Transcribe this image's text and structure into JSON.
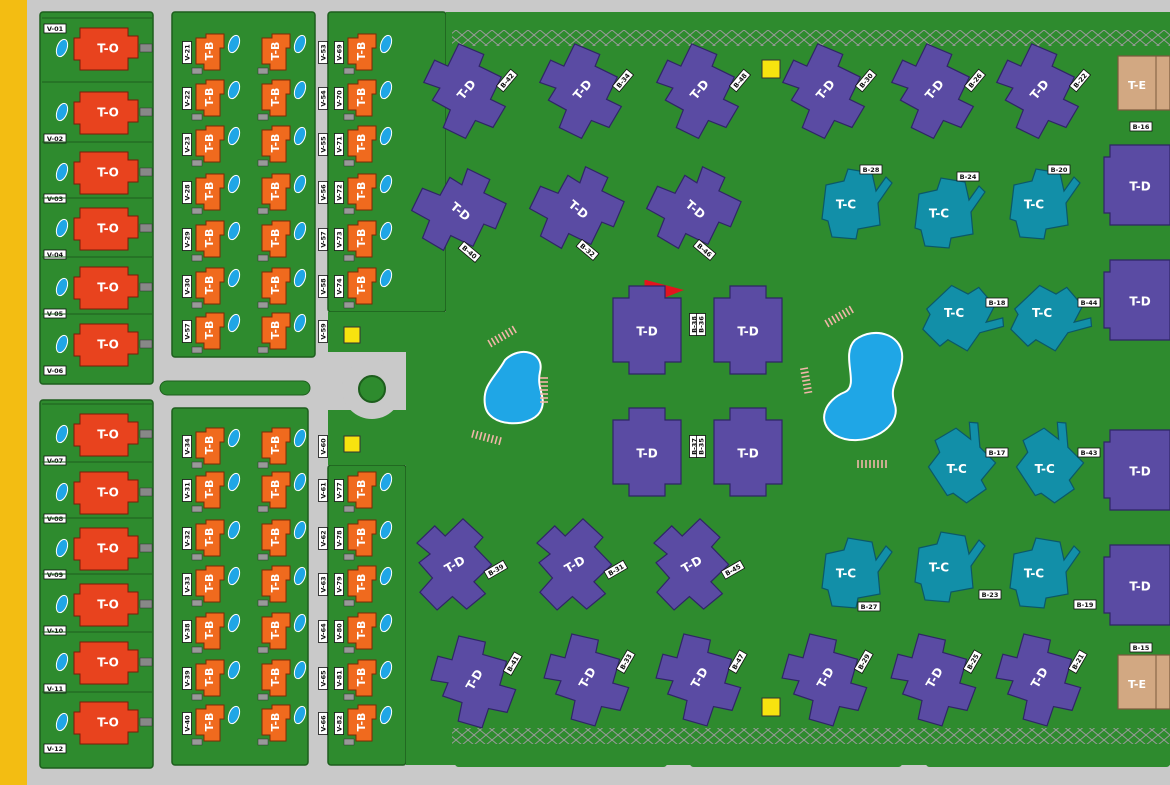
{
  "colors": {
    "background": "#c9c9c9",
    "side_stripe": "#f3bd12",
    "grass": "#2e8b2e",
    "road": "#c9c9c9",
    "type_o": "#e8431e",
    "type_b": "#f06a1e",
    "type_d": "#5a4ba3",
    "type_c": "#128fa8",
    "type_e": "#d2a882",
    "pool": "#1fa6e6",
    "flag": "#e3141e",
    "marker": "#f7e30f"
  },
  "villas_o": [
    {
      "name": "T-O",
      "code": "V-01"
    },
    {
      "name": "T-O",
      "code": "V-02"
    },
    {
      "name": "T-O",
      "code": "V-03"
    },
    {
      "name": "T-O",
      "code": "V-04"
    },
    {
      "name": "T-O",
      "code": "V-05"
    },
    {
      "name": "T-O",
      "code": "V-06"
    },
    {
      "name": "T-O",
      "code": "V-07"
    },
    {
      "name": "T-O",
      "code": "V-08"
    },
    {
      "name": "T-O",
      "code": "V-09"
    },
    {
      "name": "T-O",
      "code": "V-10"
    },
    {
      "name": "T-O",
      "code": "V-11"
    },
    {
      "name": "T-O",
      "code": "V-12"
    }
  ],
  "villas_b": {
    "name": "T-B",
    "col1_top": [
      "V-21",
      "V-22",
      "V-23",
      "V-28",
      "V-29",
      "V-30",
      "V-57"
    ],
    "col1_bottom": [
      "V-34",
      "V-31",
      "V-32",
      "V-33",
      "V-38",
      "V-39",
      "V-40"
    ],
    "col2_top": [
      "V-53",
      "V-54",
      "V-55",
      "V-56",
      "V-57",
      "V-58",
      "V-59"
    ],
    "col3_top": [
      "V-69",
      "V-70",
      "V-71",
      "V-72",
      "V-73",
      "V-74"
    ],
    "col2_bottom": [
      "V-60",
      "V-61",
      "V-62",
      "V-63",
      "V-64",
      "V-65",
      "V-66"
    ],
    "col3_bottom": [
      "V-77",
      "V-78",
      "V-79",
      "V-80",
      "V-81",
      "V-82"
    ]
  },
  "blocks_d_top": [
    {
      "name": "T-D",
      "code": "B-42"
    },
    {
      "name": "T-D",
      "code": "B-34"
    },
    {
      "name": "T-D",
      "code": "B-48"
    },
    {
      "name": "T-D",
      "code": "B-30"
    },
    {
      "name": "T-D",
      "code": "B-26"
    },
    {
      "name": "T-D",
      "code": "B-22"
    }
  ],
  "blocks_d_second": [
    {
      "name": "T-D",
      "code": "B-40"
    },
    {
      "name": "T-D",
      "code": "B-32"
    },
    {
      "name": "T-D",
      "code": "B-46"
    }
  ],
  "blocks_d_center": [
    {
      "name": "T-D",
      "code": "B-38"
    },
    {
      "name": "T-D",
      "code": "B-36"
    },
    {
      "name": "T-D",
      "code": "B-37"
    },
    {
      "name": "T-D",
      "code": "B-35"
    }
  ],
  "blocks_d_lower": [
    {
      "name": "T-D",
      "code": "B-39"
    },
    {
      "name": "T-D",
      "code": "B-31"
    },
    {
      "name": "T-D",
      "code": "B-45"
    }
  ],
  "blocks_d_bottom": [
    {
      "name": "T-D",
      "code": "B-41"
    },
    {
      "name": "T-D",
      "code": "B-33"
    },
    {
      "name": "T-D",
      "code": "B-47"
    },
    {
      "name": "T-D",
      "code": "B-29"
    },
    {
      "name": "T-D",
      "code": "B-25"
    },
    {
      "name": "T-D",
      "code": "B-21"
    }
  ],
  "blocks_d_right": [
    "T-D",
    "T-D",
    "T-D",
    "T-D"
  ],
  "blocks_c": [
    {
      "name": "T-C",
      "code": "B-28"
    },
    {
      "name": "T-C",
      "code": "B-24"
    },
    {
      "name": "T-C",
      "code": "B-20"
    },
    {
      "name": "T-C",
      "code": "B-18"
    },
    {
      "name": "T-C",
      "code": "B-44"
    },
    {
      "name": "T-C",
      "code": "B-17"
    },
    {
      "name": "T-C",
      "code": "B-43"
    },
    {
      "name": "T-C",
      "code": "B-27"
    },
    {
      "name": "T-C",
      "code": "B-23"
    },
    {
      "name": "T-C",
      "code": "B-19"
    }
  ],
  "blocks_e": [
    {
      "name": "T-E",
      "code": "B-16"
    },
    {
      "name": "T-E",
      "code": "B-15"
    }
  ]
}
